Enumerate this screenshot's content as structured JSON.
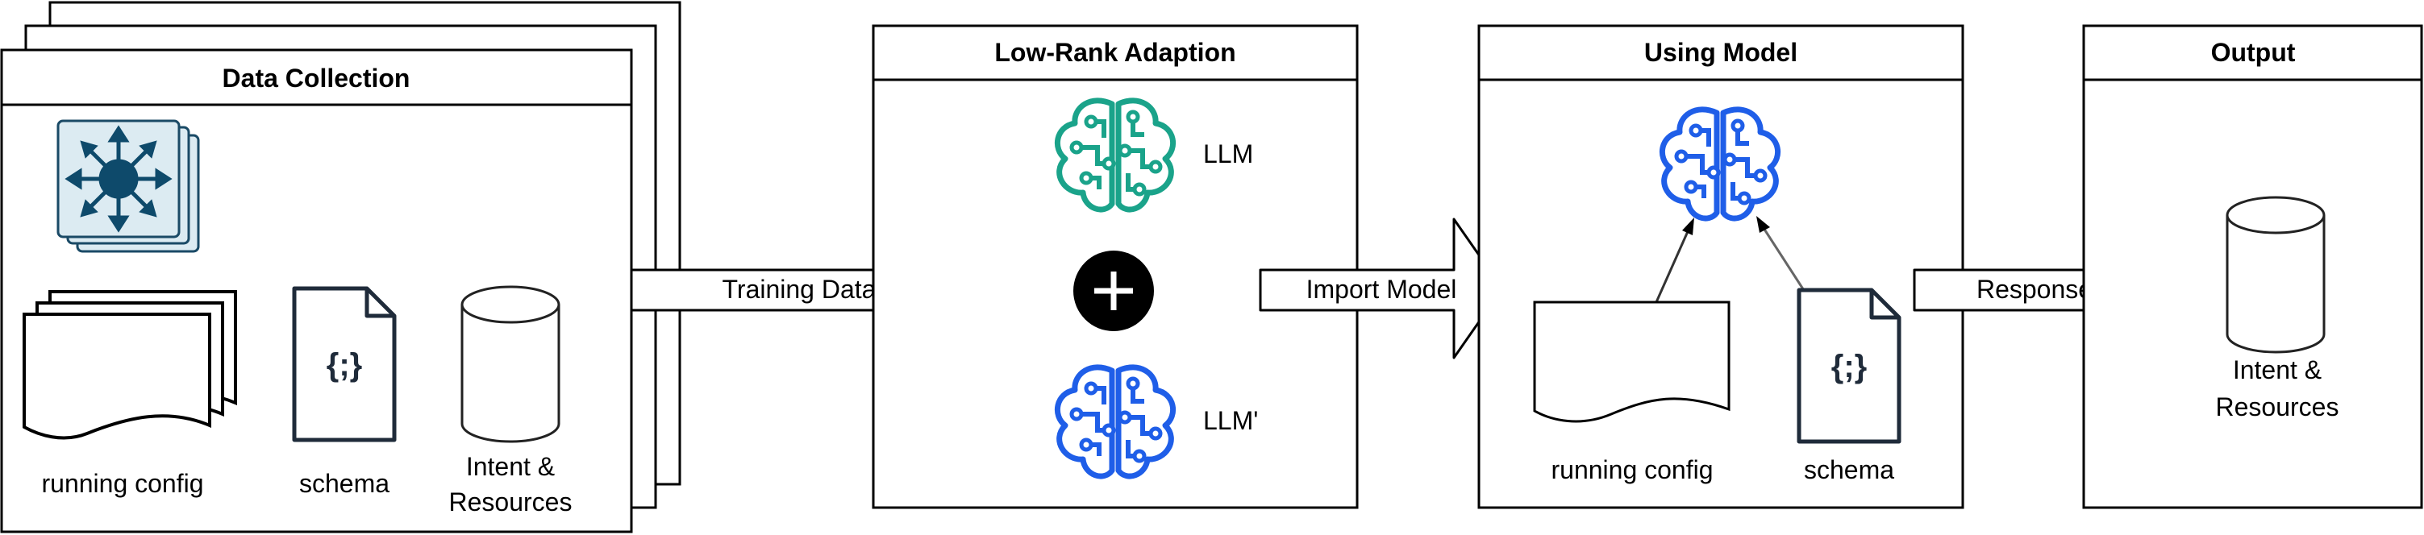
{
  "stages": {
    "data_collection": {
      "title": "Data Collection",
      "items": [
        "running config",
        "schema",
        "Intent &",
        "Resources"
      ]
    },
    "lora": {
      "title": "Low-Rank Adaption",
      "model_a": "LLM",
      "model_b": "LLM'"
    },
    "using_model": {
      "title": "Using Model",
      "items": [
        "running config",
        "schema"
      ]
    },
    "output": {
      "title": "Output",
      "items": [
        "Intent &",
        "Resources"
      ]
    }
  },
  "arrows": {
    "training": "Training Data",
    "import": "Import Model",
    "response": "Response"
  },
  "icons": {
    "schema_glyph": "{;}",
    "colors": {
      "teal": "#1aa38a",
      "blue": "#1f5ee8",
      "switch": "#0e4a6b",
      "switch_bg": "#dcebf2"
    }
  }
}
